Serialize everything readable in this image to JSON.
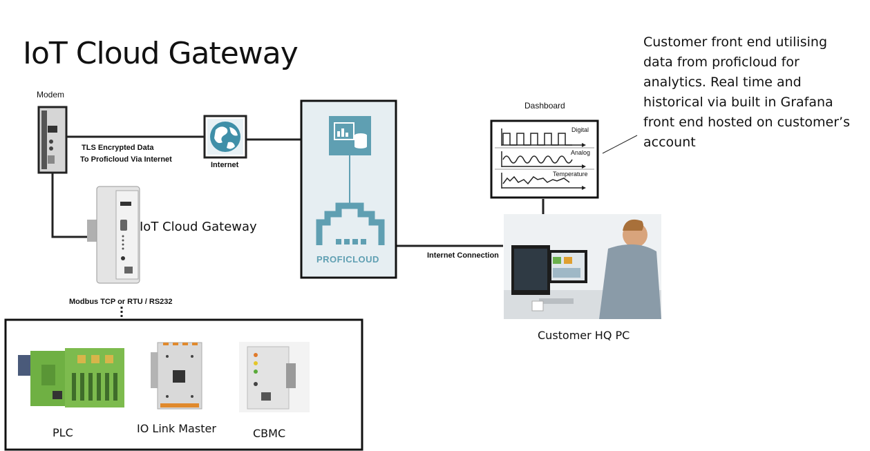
{
  "title": "IoT Cloud Gateway",
  "description": [
    "Customer front end utilising",
    "data from proficloud for",
    "analytics. Real time and",
    "historical via built in Grafana",
    "front end hosted on customer’s",
    "account"
  ],
  "labels": {
    "modem": "Modem",
    "tls_line1": "TLS Encrypted Data",
    "tls_line2": "To Proficloud  Via Internet",
    "internet": "Internet",
    "gateway": "IoT Cloud Gateway",
    "modbus": "Modbus  TCP or RTU / RS232",
    "proficloud": "PROFICLOUD",
    "internet_connection": "Internet Connection",
    "dashboard": "Dashboard",
    "customer_pc": "Customer HQ PC",
    "plc": "PLC",
    "io_link": "IO Link Master",
    "cbmc": "CBMC"
  },
  "dashboard_traces": [
    "Digital",
    "Analog",
    "Temperature"
  ],
  "colors": {
    "proficloud_bg": "#e6eef2",
    "proficloud_accent": "#5f9fb2",
    "globe": "#3f8fa8",
    "plc_green": "#6fb043"
  }
}
